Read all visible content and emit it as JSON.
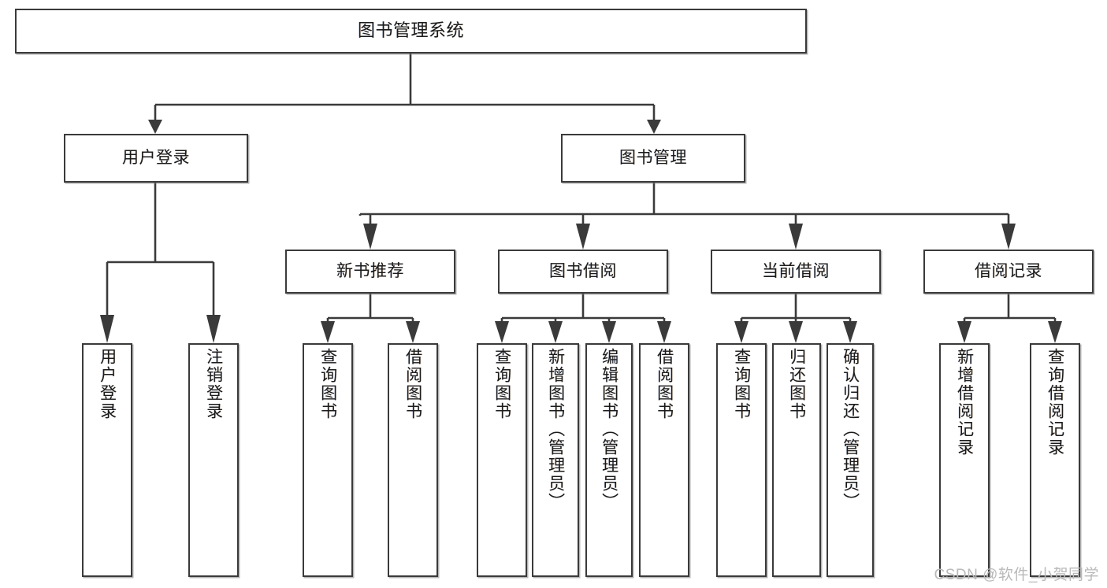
{
  "diagram": {
    "type": "tree-structure-chart",
    "title": "图书管理系统",
    "watermark": "CSDN @软件_小贺同学",
    "colors": {
      "stroke": "#3a3a3a",
      "fill": "#ffffff",
      "text": "#1b1b1b",
      "watermark": "#b9b9b9"
    },
    "levels": {
      "root": {
        "label": "图书管理系统"
      },
      "level1": [
        {
          "label": "用户登录"
        },
        {
          "label": "图书管理"
        }
      ],
      "level2": [
        {
          "label": "新书推荐"
        },
        {
          "label": "图书借阅"
        },
        {
          "label": "当前借阅"
        },
        {
          "label": "借阅记录"
        }
      ],
      "leaves": {
        "user_login": [
          {
            "label": "用户登录"
          },
          {
            "label": "注销登录"
          }
        ],
        "new_book_recommend": [
          {
            "label": "查询图书"
          },
          {
            "label": "借阅图书"
          }
        ],
        "book_borrow": [
          {
            "label": "查询图书"
          },
          {
            "label": "新增图书（管理员）"
          },
          {
            "label": "编辑图书（管理员）"
          },
          {
            "label": "借阅图书"
          }
        ],
        "current_borrow": [
          {
            "label": "查询图书"
          },
          {
            "label": "归还图书"
          },
          {
            "label": "确认归还（管理员）"
          }
        ],
        "borrow_record": [
          {
            "label": "新增借阅记录"
          },
          {
            "label": "查询借阅记录"
          }
        ]
      }
    }
  }
}
